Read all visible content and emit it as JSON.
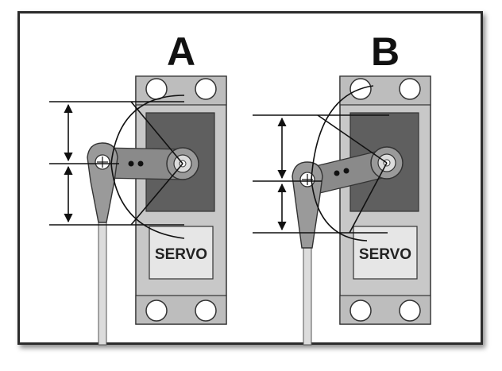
{
  "panels": [
    {
      "id": "A",
      "label": "A",
      "servo_label": "SERVO"
    },
    {
      "id": "B",
      "label": "B",
      "servo_label": "SERVO"
    }
  ],
  "colors": {
    "servo_case": "#c8c8c8",
    "servo_body": "#5f5f5f",
    "label_panel": "#e6e6e6",
    "arm": "#8a8a8a",
    "pushrod": "#dcdcdc",
    "line": "#111111"
  }
}
